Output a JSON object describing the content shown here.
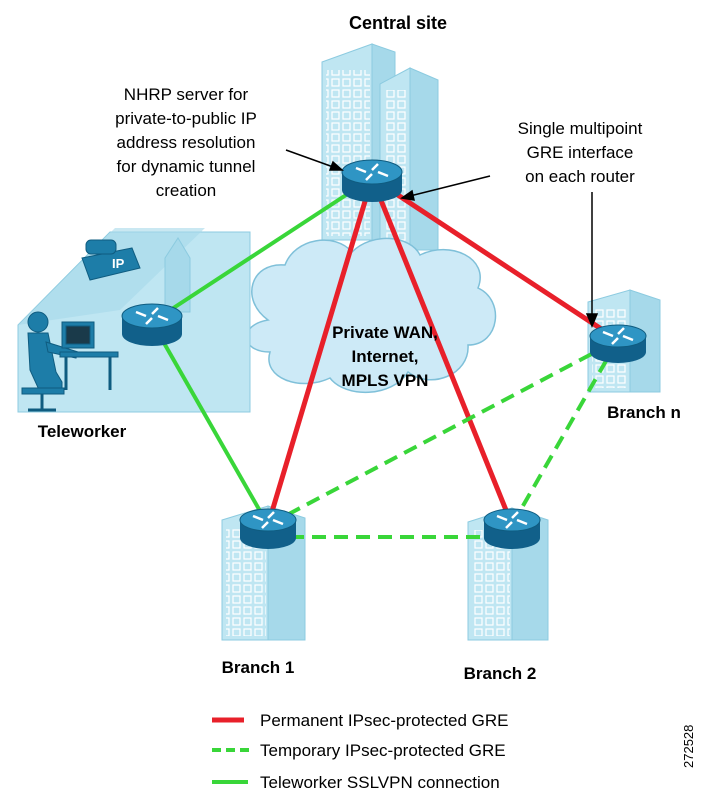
{
  "diagram": {
    "title": "Central site",
    "cloud_lines": [
      "Private WAN,",
      "Internet,",
      "MPLS VPN"
    ],
    "annotations": {
      "nhrp": [
        "NHRP server for",
        "private-to-public IP",
        "address resolution",
        "for dynamic tunnel",
        "creation"
      ],
      "gre": [
        "Single multipoint",
        "GRE interface",
        "on each router"
      ]
    },
    "sites": {
      "teleworker": "Teleworker",
      "branch1": "Branch 1",
      "branch2": "Branch 2",
      "branchn": "Branch n"
    },
    "phone_label": "IP",
    "figure_id": "272528"
  },
  "legend": [
    {
      "label": "Permanent IPsec-protected GRE",
      "color": "#e8202a",
      "style": "solid"
    },
    {
      "label": "Temporary IPsec-protected GRE",
      "color": "#39d639",
      "style": "dashed"
    },
    {
      "label": "Teleworker SSLVPN connection",
      "color": "#39d639",
      "style": "solid"
    }
  ],
  "colors": {
    "building": "#bfe6f2",
    "building_edge": "#6fb8cf",
    "router": "#1e7fb0",
    "cloud": "#cdeaf7",
    "person": "#1d7da8"
  }
}
